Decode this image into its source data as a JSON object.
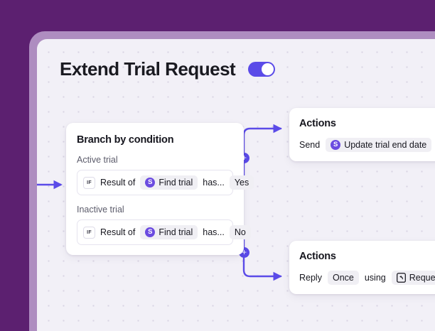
{
  "header": {
    "title": "Extend Trial Request",
    "toggle_state": "on"
  },
  "branch_card": {
    "title": "Branch by condition",
    "branches": [
      {
        "label": "Active trial",
        "if_badge": "IF",
        "prefix": "Result of",
        "source_icon": "salesforce-icon",
        "source_glyph": "S",
        "source": "Find trial",
        "operator": "has...",
        "value": "Yes"
      },
      {
        "label": "Inactive trial",
        "if_badge": "IF",
        "prefix": "Result of",
        "source_icon": "salesforce-icon",
        "source_glyph": "S",
        "source": "Find trial",
        "operator": "has...",
        "value": "No"
      }
    ]
  },
  "action_cards": [
    {
      "title": "Actions",
      "verb": "Send",
      "icon_glyph": "S",
      "target": "Update trial end date"
    },
    {
      "title": "Actions",
      "verb": "Reply",
      "frequency": "Once",
      "connector_word": "using",
      "template": "Request"
    }
  ],
  "connectors": {
    "add_button_label": "+"
  },
  "colors": {
    "backdrop_purple": "#5C2070",
    "frame_ring": "#AE8DC0",
    "canvas": "#F2F0F7",
    "accent_indigo": "#5B4BE8",
    "salesforce_purple": "#6B4BE0",
    "chip_gray": "#F0EFF4",
    "text_dark": "#16161E",
    "text_muted": "#5C5C6B"
  }
}
